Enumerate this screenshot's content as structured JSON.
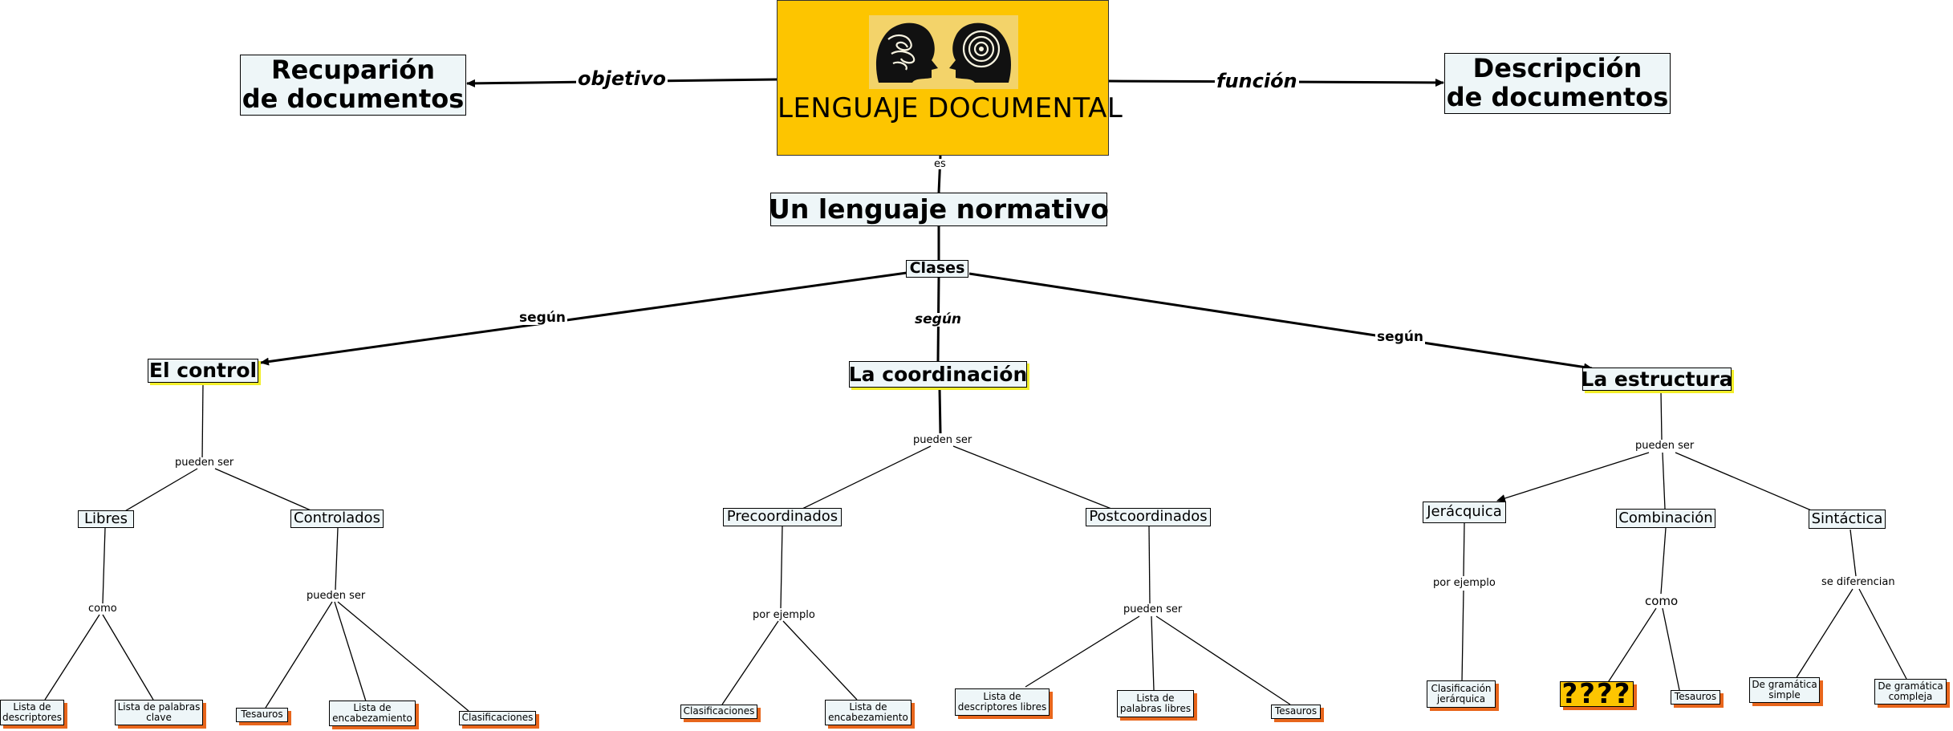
{
  "root": {
    "title": "LENGUAJE DOCUMENTAL",
    "icon": "two-heads-thinking-icon"
  },
  "nodes": {
    "recuperacion": "Recuparión\nde documentos",
    "descripcion": "Descripción\nde documentos",
    "normativo": "Un lenguaje normativo",
    "clases": "Clases",
    "control": "El control",
    "coordinacion": "La coordinación",
    "estructura": "La estructura",
    "libres": "Libres",
    "controlados": "Controlados",
    "precoordinados": "Precoordinados",
    "postcoordinados": "Postcoordinados",
    "jerarquica": "Jerácquica",
    "combinacion": "Combinación",
    "sintactica": "Sintáctica",
    "lista_descriptores": "Lista de\ndescriptores",
    "lista_palabras_clave": "Lista de palabras\nclave",
    "tesauros_1": "Tesauros",
    "lista_encabezamiento_1": "Lista de\nencabezamiento",
    "clasificaciones_1": "Clasificaciones",
    "clasificaciones_2": "Clasificaciones",
    "lista_encabezamiento_2": "Lista de\nencabezamiento",
    "lista_descriptores_libres": "Lista de\ndescriptores libres",
    "lista_palabras_libres": "Lista de\npalabras libres",
    "tesauros_2": "Tesauros",
    "clasificacion_jerarquica": "Clasificación\njerárquica",
    "unknown": "????",
    "tesauros_3": "Tesauros",
    "gramatica_simple": "De gramática\nsimple",
    "gramatica_compleja": "De gramática\ncompleja"
  },
  "links": {
    "objetivo": "objetivo",
    "funcion": "función",
    "es": "es",
    "segun_left": "según",
    "segun_center": "según",
    "segun_right": "según",
    "pueden_ser_control": "pueden ser",
    "pueden_ser_coordinacion": "pueden ser",
    "pueden_ser_estructura": "pueden ser",
    "como_libres": "como",
    "pueden_ser_controlados": "pueden ser",
    "por_ejemplo_pre": "por ejemplo",
    "pueden_ser_post": "pueden ser",
    "por_ejemplo_jer": "por ejemplo",
    "como_comb": "como",
    "se_diferencian": "se diferencian"
  },
  "colors": {
    "root_fill": "#fdc500",
    "node_fill": "#eef6f8",
    "highlight_shadow": "#f2ee2a",
    "leaf_shadow": "#e8661c",
    "line": "#000000"
  }
}
